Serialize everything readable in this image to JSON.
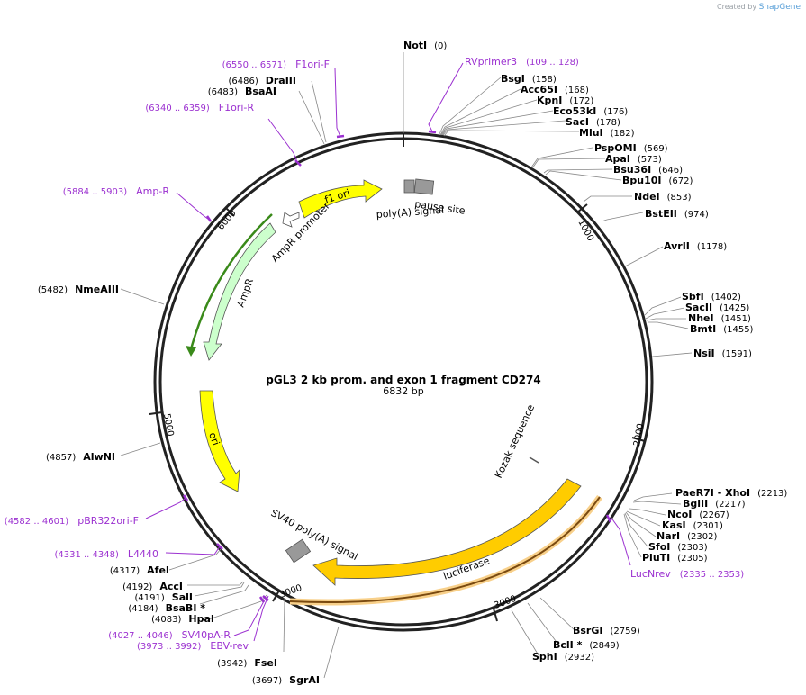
{
  "credit": {
    "created_by": "Created by",
    "brand": "SnapGene"
  },
  "plasmid": {
    "name": "pGL3 2 kb prom. and exon 1 fragment CD274",
    "length_label": "6832 bp",
    "length": 6832
  },
  "ticks": [
    "1000",
    "2000",
    "3000",
    "5000",
    "6000"
  ],
  "inner_ticks": [
    "3000"
  ],
  "sites": [
    {
      "name": "NotI",
      "pos": "(0)"
    },
    {
      "name": "BsgI",
      "pos": "(158)"
    },
    {
      "name": "Acc65I",
      "pos": "(168)"
    },
    {
      "name": "KpnI",
      "pos": "(172)"
    },
    {
      "name": "Eco53kI",
      "pos": "(176)"
    },
    {
      "name": "SacI",
      "pos": "(178)"
    },
    {
      "name": "MluI",
      "pos": "(182)"
    },
    {
      "name": "PspOMI",
      "pos": "(569)"
    },
    {
      "name": "ApaI",
      "pos": "(573)"
    },
    {
      "name": "Bsu36I",
      "pos": "(646)"
    },
    {
      "name": "Bpu10I",
      "pos": "(672)"
    },
    {
      "name": "NdeI",
      "pos": "(853)"
    },
    {
      "name": "BstEII",
      "pos": "(974)"
    },
    {
      "name": "AvrII",
      "pos": "(1178)"
    },
    {
      "name": "SbfI",
      "pos": "(1402)"
    },
    {
      "name": "SacII",
      "pos": "(1425)"
    },
    {
      "name": "NheI",
      "pos": "(1451)"
    },
    {
      "name": "BmtI",
      "pos": "(1455)"
    },
    {
      "name": "NsiI",
      "pos": "(1591)"
    },
    {
      "name": "PaeR7I - XhoI",
      "pos": "(2213)"
    },
    {
      "name": "BglII",
      "pos": "(2217)"
    },
    {
      "name": "NcoI",
      "pos": "(2267)"
    },
    {
      "name": "KasI",
      "pos": "(2301)"
    },
    {
      "name": "NarI",
      "pos": "(2302)"
    },
    {
      "name": "SfoI",
      "pos": "(2303)"
    },
    {
      "name": "PluTI",
      "pos": "(2305)"
    },
    {
      "name": "BsrGI",
      "pos": "(2759)"
    },
    {
      "name": "BclI *",
      "pos": "(2849)"
    },
    {
      "name": "SphI",
      "pos": "(2932)"
    },
    {
      "name": "SgrAI",
      "pos": "(3697)"
    },
    {
      "name": "FseI",
      "pos": "(3942)"
    },
    {
      "name": "HpaI",
      "pos": "(4083)"
    },
    {
      "name": "BsaBI *",
      "pos": "(4184)"
    },
    {
      "name": "SalI",
      "pos": "(4191)"
    },
    {
      "name": "AccI",
      "pos": "(4192)"
    },
    {
      "name": "AfeI",
      "pos": "(4317)"
    },
    {
      "name": "AlwNI",
      "pos": "(4857)"
    },
    {
      "name": "NmeAIII",
      "pos": "(5482)"
    },
    {
      "name": "BsaAI",
      "pos": "(6483)"
    },
    {
      "name": "DraIII",
      "pos": "(6486)"
    }
  ],
  "primers": [
    {
      "name": "RVprimer3",
      "pos": "(109 .. 128)"
    },
    {
      "name": "LucNrev",
      "pos": "(2335 .. 2353)"
    },
    {
      "name": "EBV-rev",
      "pos": "(3973 .. 3992)"
    },
    {
      "name": "SV40pA-R",
      "pos": "(4027 .. 4046)"
    },
    {
      "name": "L4440",
      "pos": "(4331 .. 4348)"
    },
    {
      "name": "pBR322ori-F",
      "pos": "(4582 .. 4601)"
    },
    {
      "name": "Amp-R",
      "pos": "(5884 .. 5903)"
    },
    {
      "name": "F1ori-R",
      "pos": "(6340 .. 6359)"
    },
    {
      "name": "F1ori-F",
      "pos": "(6550 .. 6571)"
    }
  ],
  "features": {
    "f1_ori": "f1 ori",
    "ampr_promoter": "AmpR promoter",
    "ampr": "AmpR",
    "ori": "ori",
    "pause_site": "pause site",
    "polya_signal": "poly(A) signal",
    "sv40_polya": "SV40 poly(A) signal",
    "luciferase": "luciferase",
    "kozak": "Kozak sequence"
  },
  "colors": {
    "backbone": "#222222",
    "primer": "#9b30d0",
    "f1_ori": "#ffff00",
    "ampr": "#ccffcc",
    "ampr_promoter": "#ffffff",
    "ori": "#ffff00",
    "luciferase": "#ffcc00",
    "terminator": "#999999",
    "orf_green": "#3a8a1a",
    "orf_brown": "#7a4a10"
  }
}
